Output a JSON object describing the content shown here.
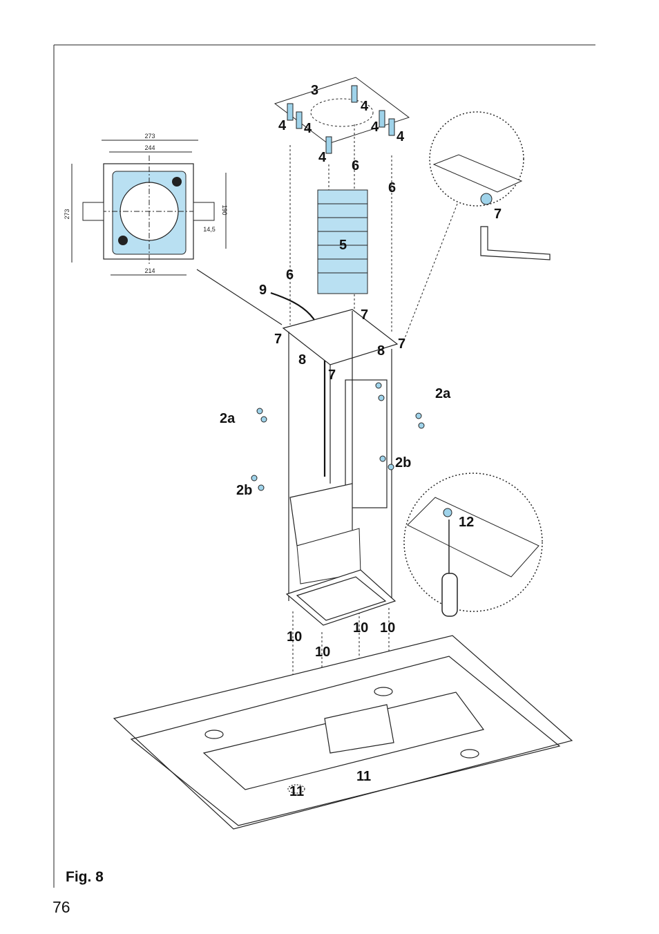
{
  "figure": {
    "caption": "Fig. 8",
    "page_number": "76"
  },
  "template": {
    "dim_273_top": "273",
    "dim_244": "244",
    "dim_273_side": "273",
    "dim_190": "190",
    "dim_14_5": "14,5",
    "dim_214": "214"
  },
  "callouts": {
    "c3": "3",
    "c4a": "4",
    "c4b": "4",
    "c4c": "4",
    "c4d": "4",
    "c4e": "4",
    "c4f": "4",
    "c6a": "6",
    "c6b": "6",
    "c6c": "6",
    "c5": "5",
    "c9": "9",
    "c7a": "7",
    "c7b": "7",
    "c7c": "7",
    "c7d": "7",
    "c7e": "7",
    "c8a": "8",
    "c8b": "8",
    "c2a_left": "2a",
    "c2a_right": "2a",
    "c2b_left": "2b",
    "c2b_right": "2b",
    "c12": "12",
    "c10a": "10",
    "c10b": "10",
    "c10c": "10",
    "c10d": "10",
    "c11a": "11",
    "c11b": "11"
  }
}
